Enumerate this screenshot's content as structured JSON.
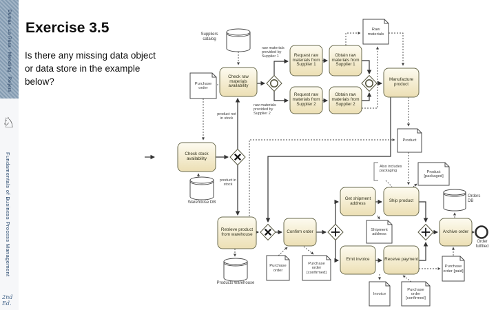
{
  "sidebar": {
    "authors": "Dumas · La Rosa · Mendling · Reijers",
    "book_title": "Fundamentals of Business Process Management",
    "edition": "2nd Ed.",
    "knight_icon": "♘"
  },
  "slide": {
    "title": "Exercise 3.5",
    "question": "Is there any missing data object or data store in the example below?"
  },
  "diagram": {
    "tasks": [
      {
        "label": "Check raw materials availability"
      },
      {
        "label": "Request raw materials from Supplier 1"
      },
      {
        "label": "Obtain raw materials from Supplier 1"
      },
      {
        "label": "Request raw materials from Supplier 2"
      },
      {
        "label": "Obtain raw materials from Supplier 2"
      },
      {
        "label": "Manufacture product"
      },
      {
        "label": "Check stock availability"
      },
      {
        "label": "Retrieve product from warehouse"
      },
      {
        "label": "Confirm order"
      },
      {
        "label": "Get shipment address"
      },
      {
        "label": "Ship product"
      },
      {
        "label": "Emit invoice"
      },
      {
        "label": "Receive payment"
      },
      {
        "label": "Archive order"
      }
    ],
    "data_stores": [
      {
        "label": "Suppliers catalog"
      },
      {
        "label": "Warehouse DB"
      },
      {
        "label": "Products warehouse"
      },
      {
        "label": "Orders DB"
      }
    ],
    "data_objects": [
      {
        "label": "Purchase order"
      },
      {
        "label": "Raw materials"
      },
      {
        "label": "Product"
      },
      {
        "label": "Product [packaged]"
      },
      {
        "label": "Shipment address"
      },
      {
        "label": "Purchase order"
      },
      {
        "label": "Purchase order [confirmed]"
      },
      {
        "label": "Invoice"
      },
      {
        "label": "Purchase order [confirmed]"
      },
      {
        "label": "Purchase order [paid]"
      }
    ],
    "annotation": "Also includes packaging",
    "edge_labels": [
      {
        "label": "raw materials provided by Supplier 1"
      },
      {
        "label": "raw materials provided by Supplier 2"
      },
      {
        "label": "product not in stock"
      },
      {
        "label": "product in stock"
      }
    ],
    "end_event": {
      "label": "Order fulfilled"
    },
    "gateways": [
      {
        "type": "or-split"
      },
      {
        "type": "or-join"
      },
      {
        "type": "xor-split"
      },
      {
        "type": "xor-join"
      },
      {
        "type": "and-split"
      },
      {
        "type": "and-join"
      }
    ],
    "colors": {
      "task_fill_top": "#fdfbf0",
      "task_fill_bottom": "#ecdfb4",
      "task_border": "#6b6b4f",
      "line": "#333333",
      "sidebar_blue": "#8ca3b8",
      "book_text": "#24456b"
    }
  }
}
